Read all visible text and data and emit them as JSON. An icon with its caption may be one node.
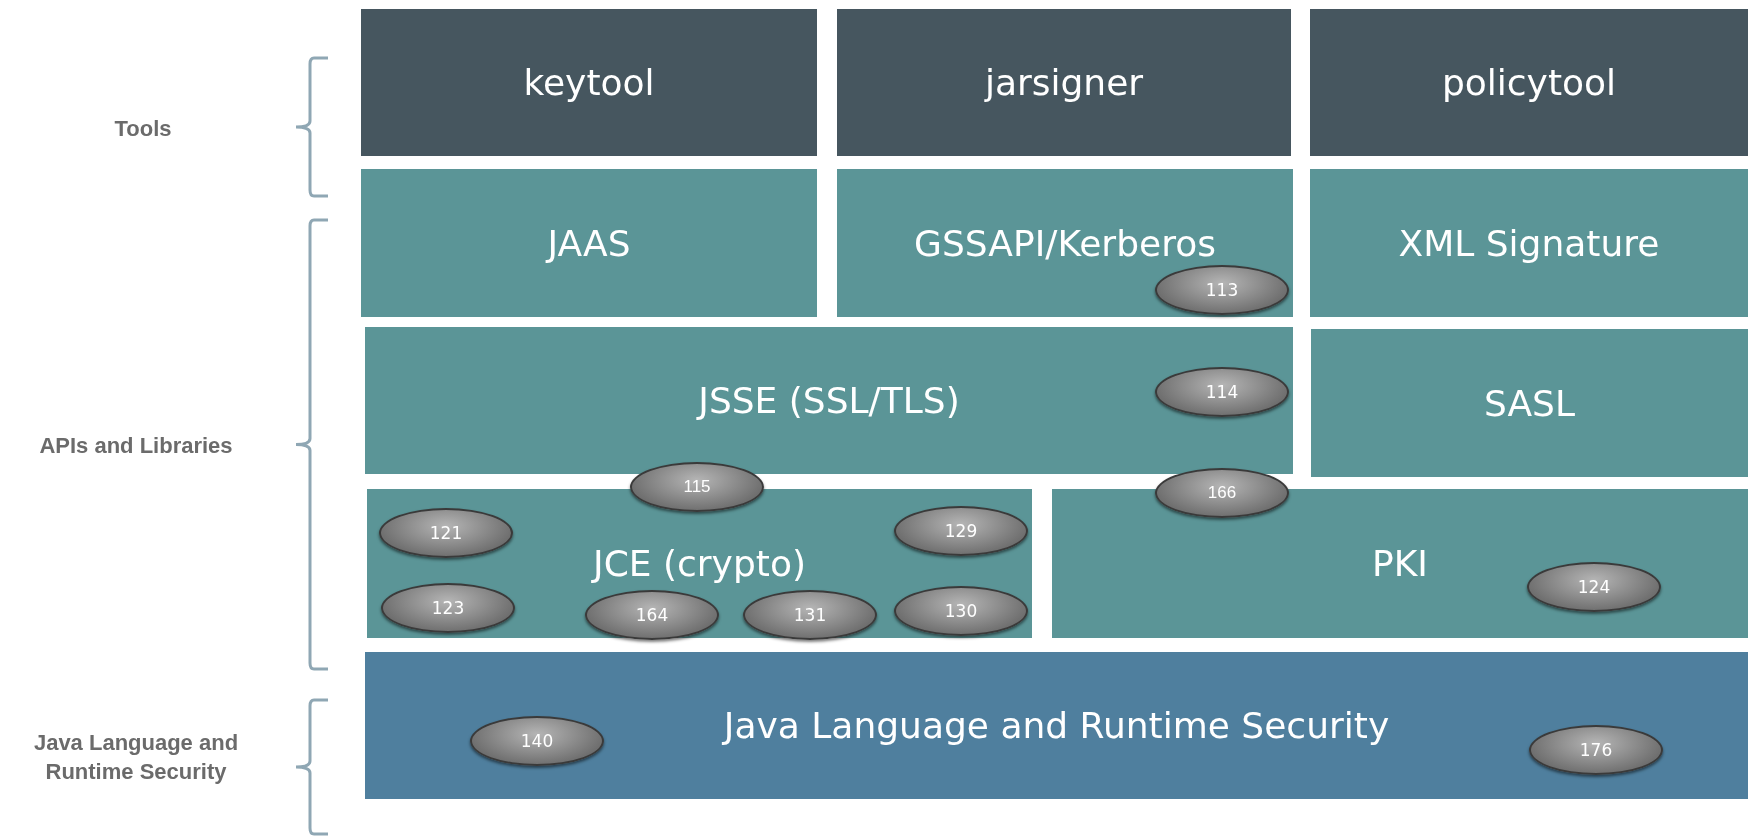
{
  "diagram": {
    "nodes": [
      {
        "text": [
          "keytool"
        ]
      },
      {
        "text": [
          "jarsigner"
        ]
      },
      {
        "text": [
          "policytool"
        ]
      },
      {
        "text": [
          "JAAS"
        ]
      },
      {
        "text": [
          "GSSAPI/Kerberos"
        ]
      },
      {
        "text": [
          "XML Signature"
        ]
      },
      {
        "text": [
          "113"
        ],
        "in": 4
      },
      {
        "text": [
          "JSSE (SSL/TLS)"
        ]
      },
      {
        "text": [
          "114"
        ],
        "in": 7
      },
      {
        "text": [
          "SASL"
        ]
      },
      {
        "text": [
          "115"
        ]
      },
      {
        "text": [
          "166"
        ]
      },
      {
        "text": [
          "JCE (crypto)"
        ]
      },
      {
        "text": [
          "121"
        ],
        "in": 12
      },
      {
        "text": [
          "129"
        ],
        "in": 12
      },
      {
        "text": [
          "123"
        ],
        "in": 12
      },
      {
        "text": [
          "164"
        ],
        "in": 12
      },
      {
        "text": [
          "131"
        ],
        "in": 12
      },
      {
        "text": [
          "130"
        ],
        "in": 12
      },
      {
        "text": [
          "PKI"
        ]
      },
      {
        "text": [
          "124"
        ],
        "in": 19
      },
      {
        "text": [
          "Java Language and Runtime Security"
        ]
      },
      {
        "text": [
          "140"
        ],
        "in": 21
      },
      {
        "text": [
          "176"
        ],
        "in": 21
      }
    ],
    "labels": [
      "Tools",
      "APIs and Libraries",
      "Java Language and Runtime Security"
    ]
  }
}
